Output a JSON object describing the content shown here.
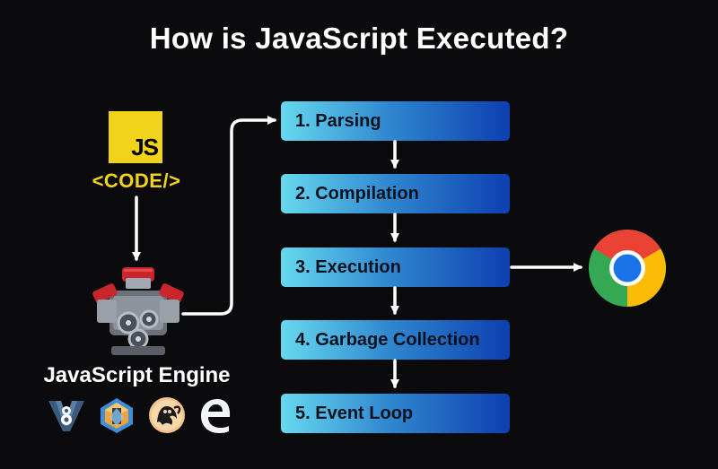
{
  "title": "How is JavaScript Executed?",
  "js_logo": {
    "text": "JS",
    "color": "#f2d31b"
  },
  "code_tag": "<CODE/>",
  "engine_label": "JavaScript Engine",
  "steps": [
    {
      "label": "1. Parsing"
    },
    {
      "label": "2. Compilation"
    },
    {
      "label": "3. Execution"
    },
    {
      "label": "4. Garbage Collection"
    },
    {
      "label": "5. Event Loop"
    }
  ],
  "engine_icons": [
    "v8-icon",
    "javascriptcore-icon",
    "spidermonkey-icon",
    "chakra-edge-icon"
  ],
  "output_icon": "chrome-icon",
  "colors": {
    "background": "#0b0b0d",
    "step_gradient_start": "#66d8ee",
    "step_gradient_end": "#0d3fb0",
    "accent_yellow": "#f2d31b"
  }
}
